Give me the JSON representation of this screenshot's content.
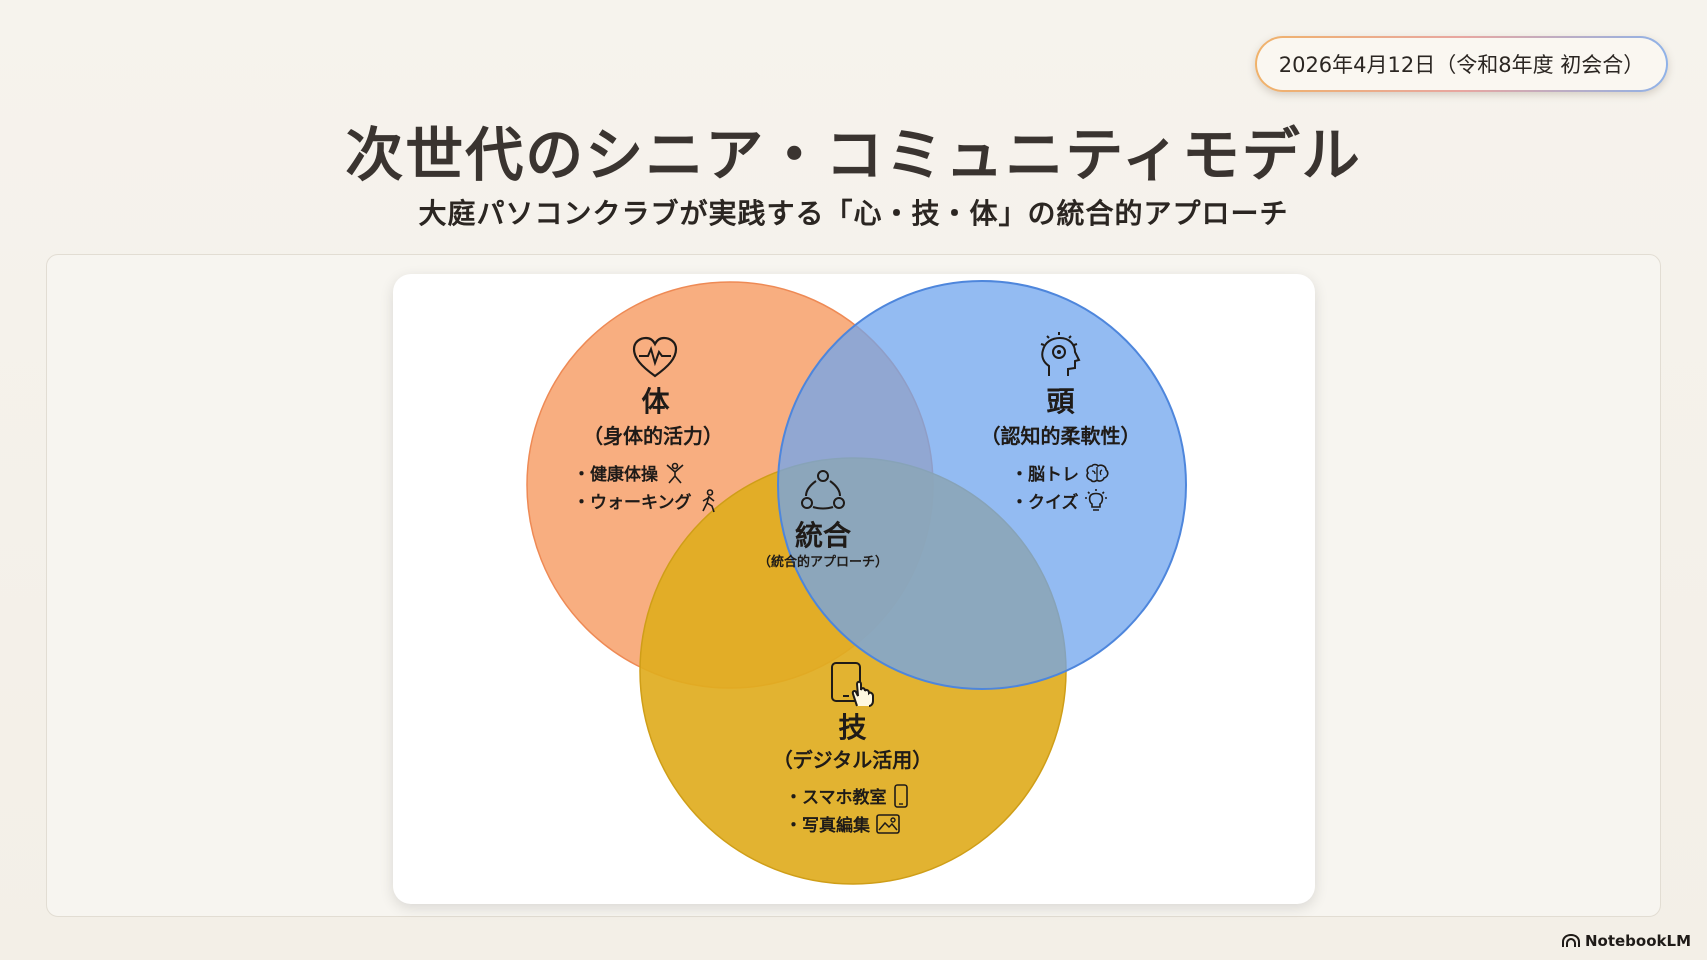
{
  "header": {
    "date": "2026年4月12日（令和8年度 初会合）",
    "title": "次世代のシニア・コミュニティモデル",
    "subtitle": "大庭パソコンクラブが実践する「心・技・体」の統合的アプローチ"
  },
  "venn": {
    "body": {
      "title": "体",
      "subtitle": "（身体的活力）",
      "items": [
        "・健康体操",
        "・ウォーキング"
      ],
      "color": "#f7a06a"
    },
    "mind": {
      "title": "頭",
      "subtitle": "（認知的柔軟性）",
      "items": [
        "・脳トレ",
        "・クイズ"
      ],
      "color": "#7fb0f0"
    },
    "skill": {
      "title": "技",
      "subtitle": "（デジタル活用）",
      "items": [
        "・スマホ教室",
        "・写真編集"
      ],
      "color": "#e0b020"
    },
    "center": {
      "title": "統合",
      "subtitle": "（統合的アプローチ）"
    }
  },
  "footer": {
    "brand": "NotebookLM"
  }
}
